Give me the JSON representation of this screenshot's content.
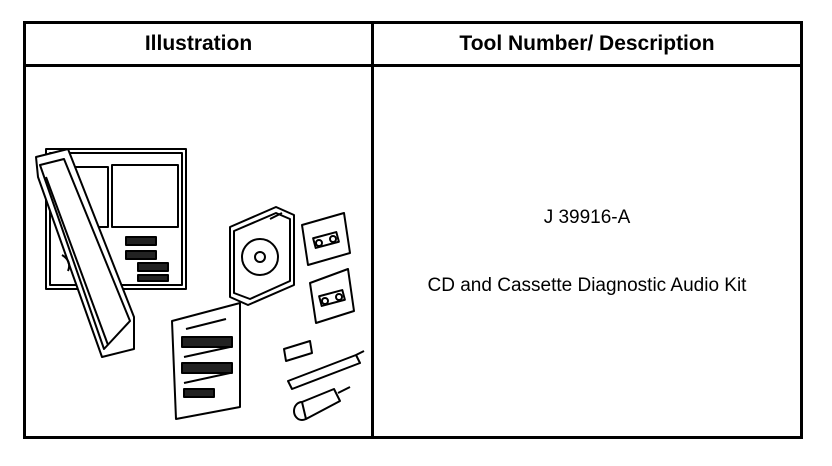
{
  "table": {
    "headers": {
      "illustration": "Illustration",
      "description": "Tool Number/ Description"
    },
    "row": {
      "tool_number": "J 39916-A",
      "tool_description": "CD and Cassette Diagnostic Audio Kit",
      "illustration_icon": "audio-kit-illustration"
    }
  }
}
